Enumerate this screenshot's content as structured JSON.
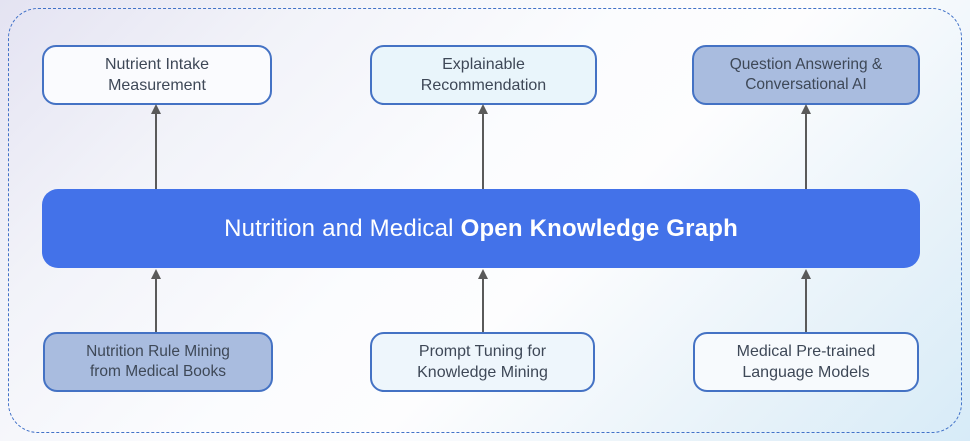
{
  "diagram": {
    "banner": {
      "text_regular": "Nutrition and Medical ",
      "text_bold": "Open Knowledge Graph"
    },
    "top_row": [
      {
        "id": "nutrient-intake-measurement",
        "lines": [
          "Nutrient Intake",
          "Measurement"
        ]
      },
      {
        "id": "explainable-recommendation",
        "lines": [
          "Explainable",
          "Recommendation"
        ]
      },
      {
        "id": "question-answering-conversational-ai",
        "lines": [
          "Question Answering &",
          "Conversational AI"
        ]
      }
    ],
    "bottom_row": [
      {
        "id": "nutrition-rule-mining-from-medical-books",
        "lines": [
          "Nutrition Rule Mining",
          "from Medical Books"
        ]
      },
      {
        "id": "prompt-tuning-for-knowledge-mining",
        "lines": [
          "Prompt Tuning for",
          "Knowledge Mining"
        ]
      },
      {
        "id": "medical-pretrained-language-models",
        "lines": [
          "Medical Pre-trained",
          "Language Models"
        ]
      }
    ],
    "colors": {
      "banner_fill": "#4372e9",
      "banner_text": "#ffffff",
      "node_border": "#4472c4",
      "node_fill_white": "#fafbfe",
      "node_fill_light_cyan": "#e9f5fb",
      "node_fill_steel_blue": "#a9bcdf",
      "node_text": "#3e4857",
      "arrow": "#5a5a5a",
      "frame_border_dashed": "#4272c8",
      "background_top_left": "#e4e3f2",
      "background_bottom_right": "#d7ebf8"
    }
  }
}
